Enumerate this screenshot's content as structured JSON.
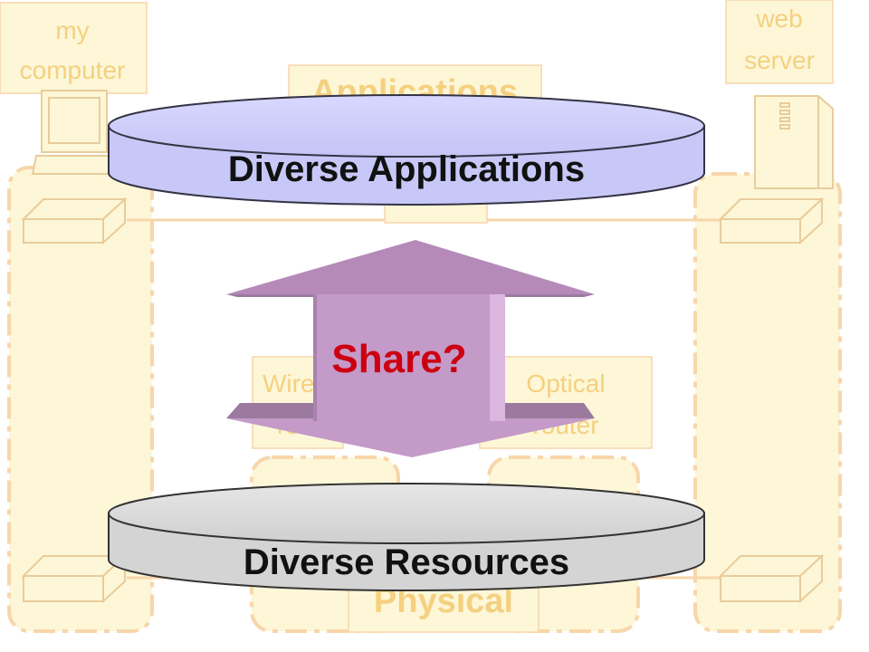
{
  "background_labels": {
    "my_computer_line1": "my",
    "my_computer_line2": "computer",
    "web_server_line1": "web",
    "web_server_line2": "server",
    "applications": "Applications",
    "wireless_router_line1": "Wire",
    "wireless_router_line2": "ro",
    "optical_router_line1": "Optical",
    "optical_router_line2": "router",
    "physical": "Physical"
  },
  "top_disk": {
    "label": "Diverse Applications"
  },
  "bottom_disk": {
    "label": "Diverse Resources"
  },
  "arrow": {
    "label": "Share?"
  },
  "colors": {
    "faded_box_fill": "#fdf6d2",
    "faded_stroke": "#f7cf9c",
    "faded_text": "#f4c86a",
    "top_disk_fill": "#cfcfff",
    "bottom_disk_fill": "#d9d9d9",
    "arrow_fill": "#c39ac8",
    "share_text": "#cc0011"
  }
}
